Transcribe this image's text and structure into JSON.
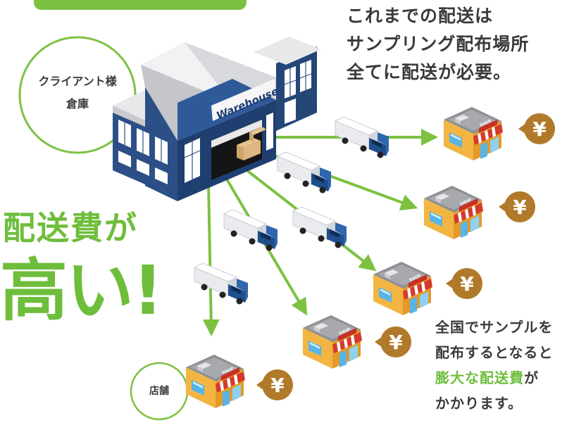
{
  "headline": {
    "lines": [
      "これまでの配送は",
      "サンプリング配布場所",
      "全てに配送が必要。"
    ]
  },
  "client_warehouse_label": {
    "line1": "クライアント様",
    "line2": "倉庫"
  },
  "warehouse_sign": "Warehouse",
  "big_message": {
    "line1": "配送費が",
    "line2": "高い!"
  },
  "store_label": "店舗",
  "yen_symbol": "¥",
  "shop_sign": "SHOP",
  "note": {
    "line1": "全国でサンプルを",
    "line2": "配布するとなると",
    "line3_highlight": "膨大な配送費",
    "line3_rest": "が",
    "line4": "かかります。"
  },
  "colors": {
    "accent_green": "#6ebe3c",
    "yen_brown": "#b07a2a",
    "warehouse_blue": "#2b4f86",
    "text_dark": "#3a3a3a"
  }
}
